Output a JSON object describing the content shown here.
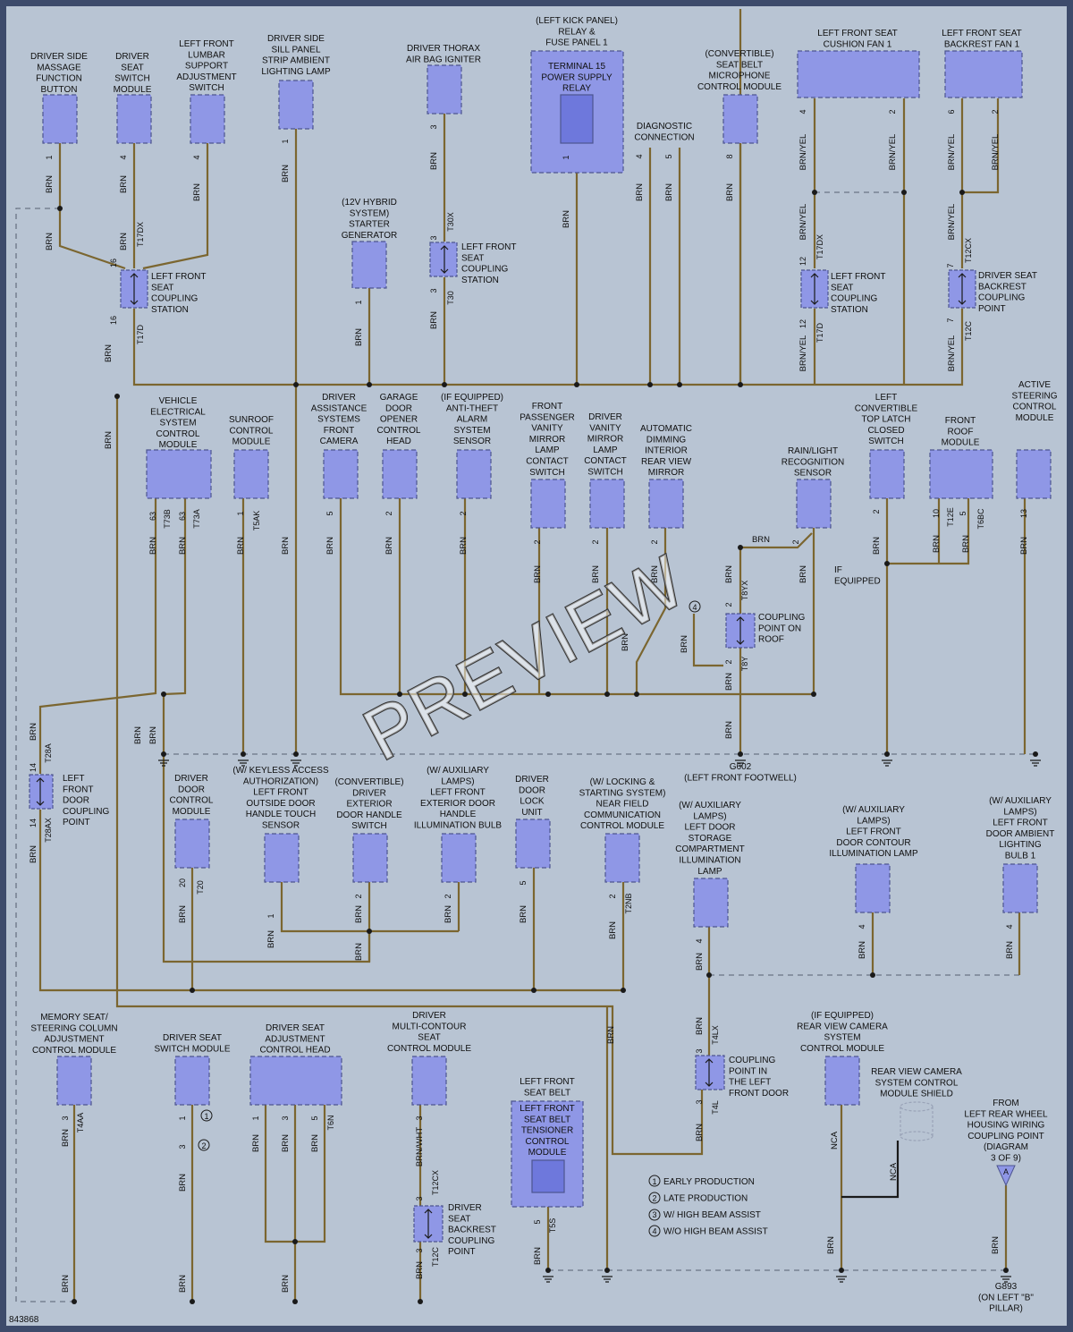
{
  "diagram_id": "843868",
  "watermark": "PREVIEW",
  "colors": {
    "background": "#b8c4d3",
    "wire": "#7b6630",
    "component": "#8f97e6",
    "component_border": "#4d5590",
    "frame": "#3d4b6b"
  },
  "wire_colors": {
    "brn": "BRN",
    "brn_yel": "BRN/YEL",
    "brn_wht": "BRN/WHT",
    "nca": "NCA"
  },
  "components": {
    "massage_button": {
      "label": "DRIVER SIDE\nMASSAGE\nFUNCTION\nBUTTON",
      "pin": "1"
    },
    "seat_switch_module_top": {
      "label": "DRIVER\nSEAT\nSWITCH\nMODULE",
      "pin": "4"
    },
    "lumbar_switch": {
      "label": "LEFT FRONT\nLUMBAR\nSUPPORT\nADJUSTMENT\nSWITCH",
      "pin": "4"
    },
    "sill_lamp": {
      "label": "DRIVER SIDE\nSILL PANEL\nSTRIP AMBIENT\nLIGHTING LAMP",
      "pin": "1"
    },
    "thorax_igniter": {
      "label": "DRIVER THORAX\nAIR BAG IGNITER",
      "pin": "3"
    },
    "kick_panel": {
      "label": "(LEFT KICK PANEL)\nRELAY &\nFUSE PANEL 1",
      "inner": "TERMINAL 15\nPOWER SUPPLY\nRELAY",
      "pin": "1"
    },
    "diag": {
      "label": "DIAGNOSTIC\nCONNECTION",
      "pins": [
        "4",
        "5"
      ]
    },
    "seatbelt_mic": {
      "label": "(CONVERTIBLE)\nSEAT BELT\nMICROPHONE\nCONTROL MODULE",
      "pin": "8"
    },
    "cushion_fan": {
      "label": "LEFT FRONT SEAT\nCUSHION FAN 1",
      "pins": [
        "4",
        "2"
      ]
    },
    "backrest_fan": {
      "label": "LEFT FRONT SEAT\nBACKREST FAN 1",
      "pins": [
        "6",
        "2"
      ]
    },
    "starter": {
      "label": "(12V HYBRID\nSYSTEM)\nSTARTER\nGENERATOR",
      "pin": "1"
    },
    "coupling_t30x": {
      "label": "LEFT FRONT\nSEAT\nCOUPLING\nSTATION",
      "top_pin": "3",
      "top_conn": "T30X",
      "bot_pin": "3",
      "bot_conn": "T30"
    },
    "coupling_t17dx": {
      "label": "LEFT FRONT\nSEAT\nCOUPLING\nSTATION",
      "top_pin": "16",
      "top_conn": "T17DX",
      "bot_pin": "16",
      "bot_conn": "T17D"
    },
    "coupling_t17dx_r": {
      "label": "LEFT FRONT\nSEAT\nCOUPLING\nSTATION",
      "top_pin": "12",
      "top_conn": "T17DX",
      "bot_pin": "12",
      "bot_conn": "T17D"
    },
    "coupling_t12cx": {
      "label": "DRIVER SEAT\nBACKREST\nCOUPLING\nPOINT",
      "top_pin": "7",
      "top_conn": "T12CX",
      "bot_pin": "7",
      "bot_conn": "T12C"
    },
    "vesc": {
      "label": "VEHICLE\nELECTRICAL\nSYSTEM\nCONTROL\nMODULE",
      "pins": [
        "63",
        "63"
      ],
      "conns": [
        "T73B",
        "T73A"
      ]
    },
    "sunroof": {
      "label": "SUNROOF\nCONTROL\nMODULE",
      "pin": "1",
      "conn": "T5AK"
    },
    "das_camera": {
      "label": "DRIVER\nASSISTANCE\nSYSTEMS\nFRONT\nCAMERA",
      "pin": "5"
    },
    "garage": {
      "label": "GARAGE\nDOOR\nOPENER\nCONTROL\nHEAD",
      "pin": "2"
    },
    "alarm": {
      "label": "(IF EQUIPPED)\nANTI-THEFT\nALARM\nSYSTEM\nSENSOR",
      "pin": "2"
    },
    "pass_vanity": {
      "label": "FRONT\nPASSENGER\nVANITY\nMIRROR\nLAMP\nCONTACT\nSWITCH",
      "pin": "2"
    },
    "drv_vanity": {
      "label": "DRIVER\nVANITY\nMIRROR\nLAMP\nCONTACT\nSWITCH",
      "pin": "2"
    },
    "dimming_mirror": {
      "label": "AUTOMATIC\nDIMMING\nINTERIOR\nREAR VIEW\nMIRROR",
      "pin": "2"
    },
    "rain_sensor": {
      "label": "RAIN/LIGHT\nRECOGNITION\nSENSOR",
      "pin": "2"
    },
    "top_latch": {
      "label": "LEFT\nCONVERTIBLE\nTOP LATCH\nCLOSED\nSWITCH",
      "pin": "2"
    },
    "front_roof": {
      "label": "FRONT\nROOF\nMODULE",
      "pins": [
        "10",
        "5"
      ],
      "conns": [
        "T12E",
        "T6BC"
      ]
    },
    "active_steering": {
      "label": "ACTIVE\nSTEERING\nCONTROL\nMODULE",
      "pin": "13"
    },
    "roof_coupling": {
      "label": "COUPLING\nPOINT ON\nROOF",
      "top_pin": "2",
      "top_conn": "T8YX",
      "bot_pin": "2",
      "bot_conn": "T8Y"
    },
    "if_equipped": "IF\nEQUIPPED",
    "g602": "G602\n(LEFT FRONT FOOTWELL)",
    "door_coupling": {
      "label": "LEFT\nFRONT\nDOOR\nCOUPLING\nPOINT",
      "top_pin": "14",
      "top_conn": "T28A",
      "bot_pin": "14",
      "bot_conn": "T28AX"
    },
    "door_cm": {
      "label": "DRIVER\nDOOR\nCONTROL\nMODULE",
      "pin": "20",
      "conn": "T20"
    },
    "handle_touch": {
      "label": "(W/ KEYLESS ACCESS\nAUTHORIZATION)\nLEFT FRONT\nOUTSIDE DOOR\nHANDLE TOUCH\nSENSOR",
      "pin": "1"
    },
    "ext_handle_switch": {
      "label": "(CONVERTIBLE)\nDRIVER\nEXTERIOR\nDOOR HANDLE\nSWITCH",
      "pin": "2"
    },
    "handle_bulb": {
      "label": "(W/ AUXILIARY\nLAMPS)\nLEFT FRONT\nEXTERIOR DOOR\nHANDLE\nILLUMINATION BULB",
      "pin": "2"
    },
    "door_lock": {
      "label": "DRIVER\nDOOR\nLOCK\nUNIT",
      "pin": "5"
    },
    "nfc": {
      "label": "(W/ LOCKING &\nSTARTING SYSTEM)\nNEAR FIELD\nCOMMUNICATION\nCONTROL MODULE",
      "pin": "2",
      "conn": "T2NB"
    },
    "storage_lamp": {
      "label": "(W/ AUXILIARY\nLAMPS)\nLEFT DOOR\nSTORAGE\nCOMPARTMENT\nILLUMINATION\nLAMP",
      "pin": "4"
    },
    "contour_lamp": {
      "label": "(W/ AUXILIARY\nLAMPS)\nLEFT FRONT\nDOOR CONTOUR\nILLUMINATION LAMP",
      "pin": "4"
    },
    "ambient_bulb": {
      "label": "(W/ AUXILIARY\nLAMPS)\nLEFT FRONT\nDOOR AMBIENT\nLIGHTING\nBULB 1",
      "pin": "4"
    },
    "door_coupling2": {
      "label": "COUPLING\nPOINT IN\nTHE LEFT\nFRONT DOOR",
      "top_pin": "3",
      "top_conn": "T4LX",
      "bot_pin": "3",
      "bot_conn": "T4L"
    },
    "memory_seat": {
      "label": "MEMORY SEAT/\nSTEERING COLUMN\nADJUSTMENT\nCONTROL MODULE",
      "pin": "3",
      "conn": "T4AA"
    },
    "seat_switch_bottom": {
      "label": "DRIVER SEAT\nSWITCH MODULE",
      "pin1": "1",
      "pin2": "3"
    },
    "seat_adj_head": {
      "label": "DRIVER SEAT\nADJUSTMENT\nCONTROL HEAD",
      "pins": [
        "1",
        "3",
        "5"
      ],
      "conn": "T6N"
    },
    "multicontour": {
      "label": "DRIVER\nMULTI-CONTOUR\nSEAT\nCONTROL MODULE",
      "pin": "3"
    },
    "backrest_coupling": {
      "label": "DRIVER\nSEAT\nBACKREST\nCOUPLING\nPOINT",
      "top_pin": "3",
      "top_conn": "T12CX",
      "bot_pin": "3",
      "bot_conn": "T12C"
    },
    "belt_tensioner": {
      "label": "LEFT FRONT\nSEAT BELT",
      "inner": "LEFT FRONT\nSEAT BELT\nTENSIONER\nCONTROL\nMODULE",
      "pin": "5",
      "conn": "T5S"
    },
    "rvc_module": {
      "label": "(IF EQUIPPED)\nREAR VIEW CAMERA\nSYSTEM\nCONTROL MODULE"
    },
    "rvc_shield": {
      "label": "REAR VIEW CAMERA\nSYSTEM CONTROL\nMODULE SHIELD"
    },
    "from_rear": {
      "label": "FROM\nLEFT REAR WHEEL\nHOUSING WIRING\nCOUPLING POINT\n(DIAGRAM\n3 OF 9)",
      "marker": "A"
    },
    "g893": "G893\n(ON LEFT \"B\"\nPILLAR)"
  },
  "legend": [
    {
      "num": "1",
      "text": "EARLY PRODUCTION"
    },
    {
      "num": "2",
      "text": "LATE PRODUCTION"
    },
    {
      "num": "3",
      "text": "W/ HIGH BEAM ASSIST"
    },
    {
      "num": "4",
      "text": "W/O HIGH BEAM ASSIST"
    }
  ]
}
